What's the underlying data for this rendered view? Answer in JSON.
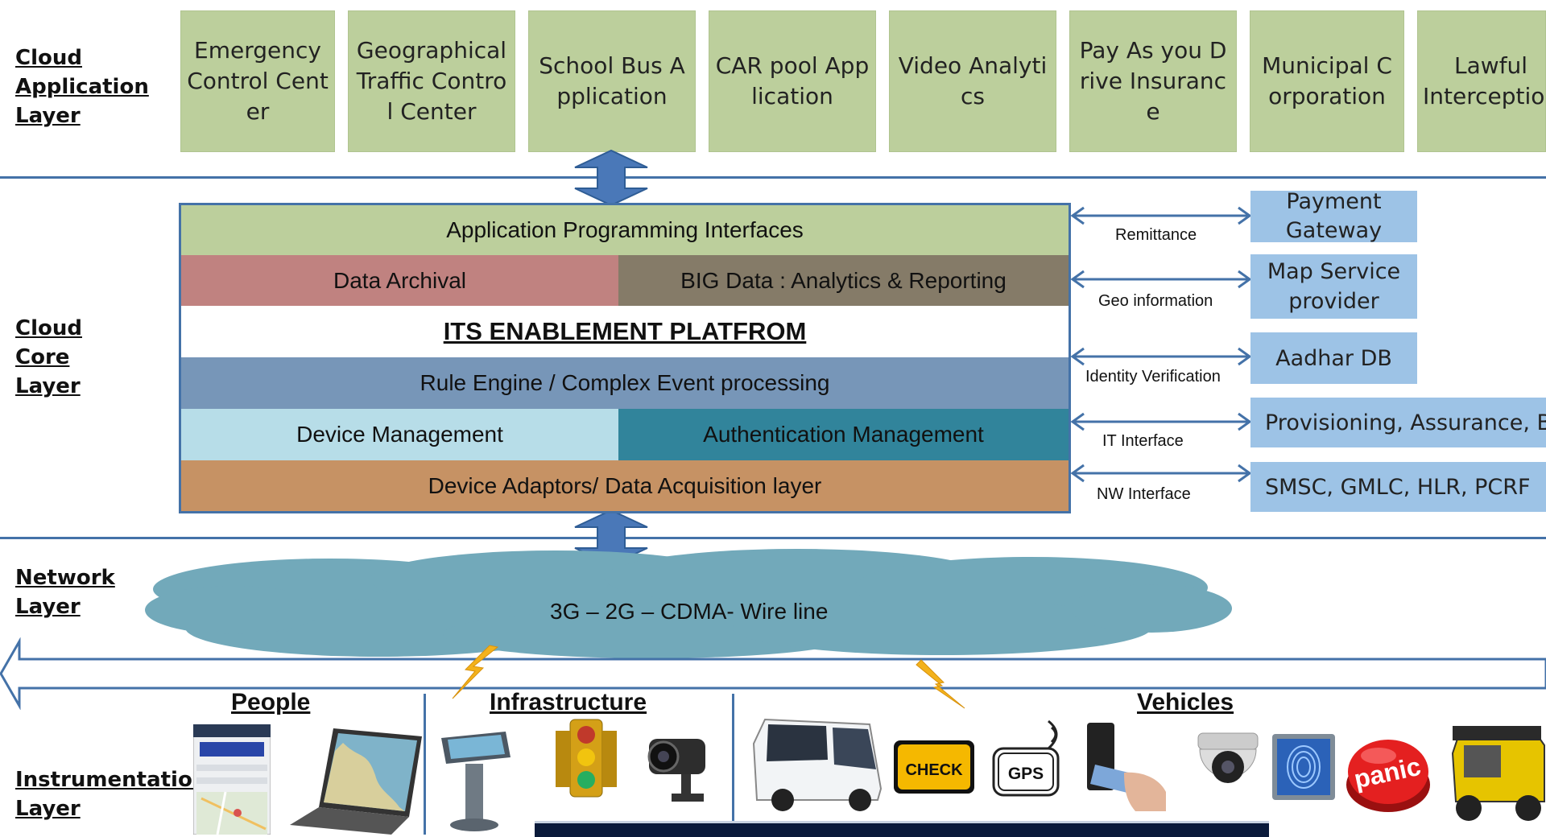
{
  "layers": {
    "application": "Cloud Application Layer",
    "core": "Cloud Core Layer",
    "network": "Network Layer",
    "instrumentation": "Instrumentation Layer"
  },
  "applications": [
    "Emergency Control Center",
    "Geographical Traffic Control Center",
    "School Bus Application",
    "CAR pool Application",
    "Video Analytics",
    "Pay As you Drive Insurance",
    "Municipal Corporation",
    "Lawful Interception"
  ],
  "platform": {
    "api": "Application Programming Interfaces",
    "archival": "Data Archival",
    "bigdata": "BIG Data : Analytics & Reporting",
    "title": "ITS ENABLEMENT PLATFROM",
    "rule_engine": "Rule Engine / Complex Event processing",
    "device_mgmt": "Device Management",
    "auth_mgmt": "Authentication Management",
    "adaptors": "Device Adaptors/ Data Acquisition layer"
  },
  "external": [
    {
      "label": "Payment Gateway",
      "link": "Remittance"
    },
    {
      "label": "Map Service provider",
      "link": "Geo information"
    },
    {
      "label": "Aadhar DB",
      "link": "Identity Verification"
    },
    {
      "label": "Provisioning, Assurance, Bi",
      "link": "IT Interface"
    },
    {
      "label": "SMSC, GMLC, HLR, PCRF",
      "link": "NW Interface"
    }
  ],
  "network": {
    "cloud_text": "3G – 2G – CDMA- Wire line"
  },
  "instrumentation": {
    "people": "People",
    "infrastructure": "Infrastructure",
    "vehicles": "Vehicles",
    "check_label": "CHECK",
    "gps_label": "GPS",
    "panic_label": "panic"
  },
  "colors": {
    "app_box": "#bccf9c",
    "api": "#bccf9c",
    "archival": "#c08280",
    "bigdata": "#857b68",
    "rule_engine": "#7796b8",
    "device_mgmt": "#b7dde8",
    "auth_mgmt": "#31849b",
    "adaptors": "#c69264",
    "external": "#9dc3e6",
    "cloud": "#72a9ba",
    "line": "#4472a8"
  }
}
